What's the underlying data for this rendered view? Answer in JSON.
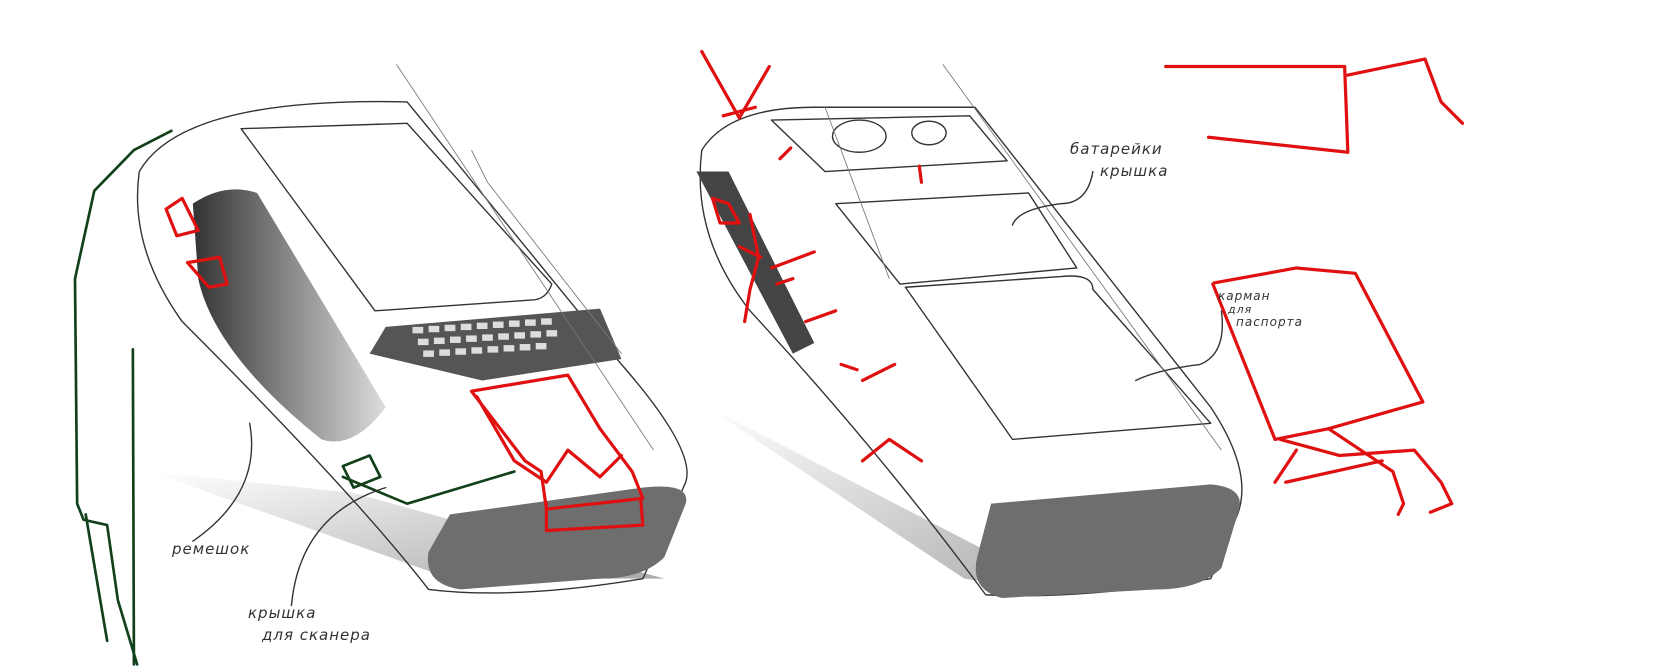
{
  "annotations": {
    "strap": "ремешок",
    "scanner_cover_line1": "крышка",
    "scanner_cover_line2": "для сканера",
    "battery_cover_line1": "батарейки",
    "battery_cover_line2": "крышка",
    "passport_pocket_line1": "карман",
    "passport_pocket_line2": "для",
    "passport_pocket_line3": "паспорта"
  },
  "colors": {
    "markup_red": "#e01010",
    "strap_green": "#12401a",
    "device_gray": "#6e6e6e"
  }
}
